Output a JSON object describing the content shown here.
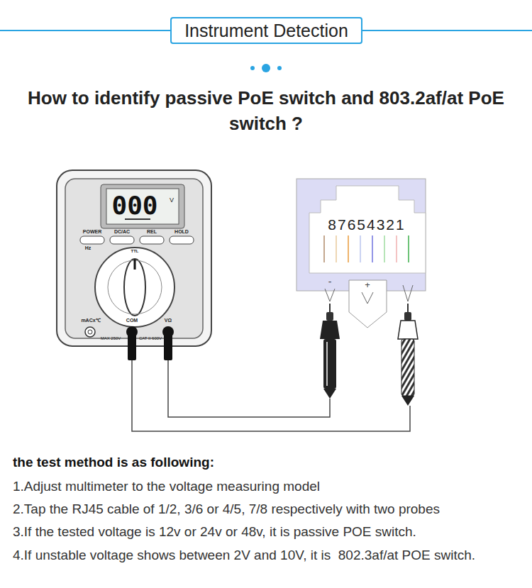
{
  "diagram": {
    "title": "How to identify passive PoE switch and 803.2af/at PoE switch ?",
    "nodes": [
      {
        "text": [
          "Instrument Detection"
        ]
      }
    ],
    "labels": [
      "000",
      "V",
      "POWER",
      "DC/AC",
      "REL",
      "HOLD",
      "Hz",
      "TTL",
      "mACx℃",
      "COM",
      "VΩ",
      "MAX 250V",
      "CAT II 600V",
      "87654321",
      "-",
      "+",
      "the test method is as following:",
      "1.Adjust multimeter to the voltage measuring model",
      "2.Tap the RJ45 cable of 1/2, 3/6 or 4/5, 7/8 respectively with two probes",
      "3.If the tested voltage is 12v or 24v or 48v, it is passive POE switch.",
      "4.If unstable voltage shows between 2V and 10V, it is  802.3af/at POE switch."
    ]
  }
}
